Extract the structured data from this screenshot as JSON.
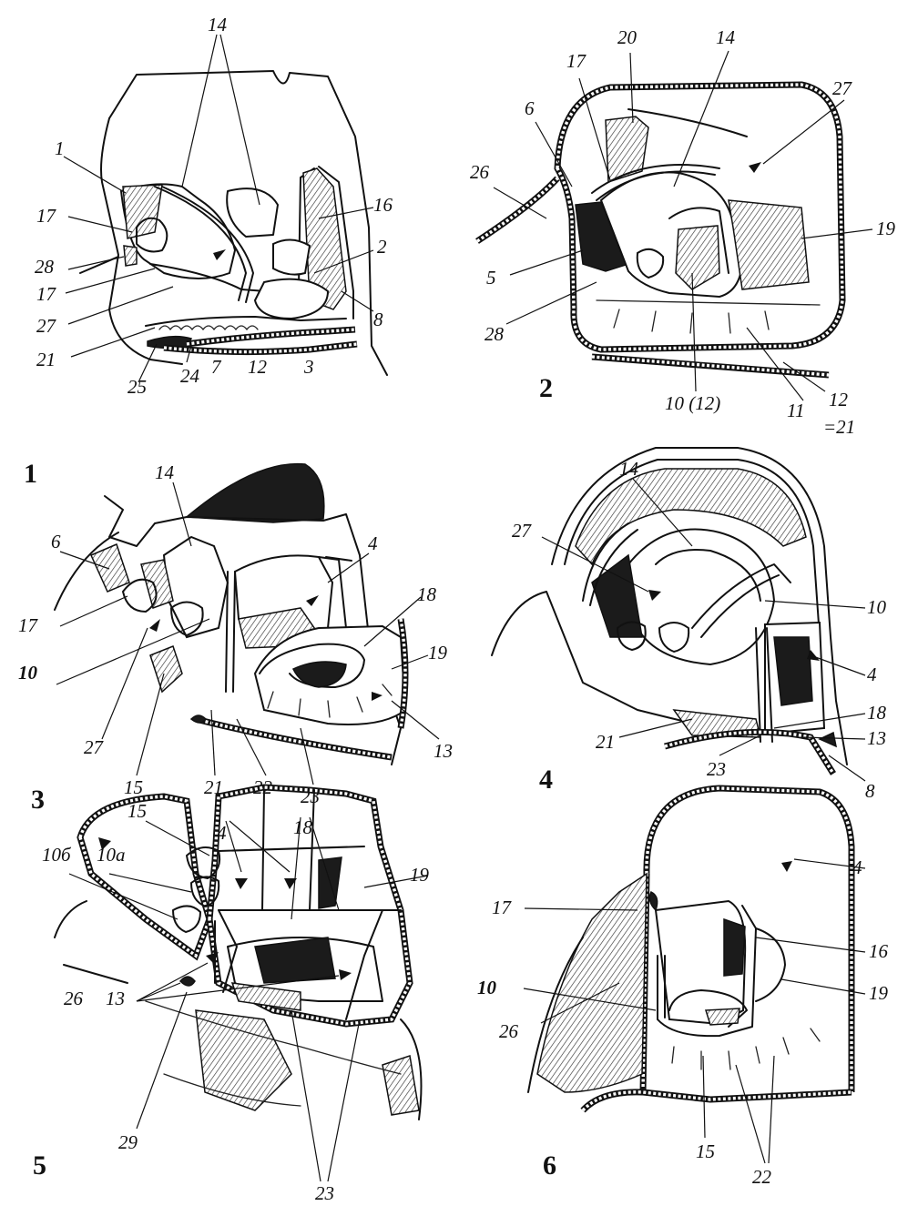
{
  "colors": {
    "ink": "#111111",
    "paper": "#ffffff"
  },
  "figures": [
    {
      "number": "1",
      "labels": [
        "14",
        "1",
        "16",
        "17",
        "2",
        "28",
        "17",
        "8",
        "27",
        "21",
        "7",
        "12",
        "3",
        "25",
        "24"
      ]
    },
    {
      "number": "2",
      "labels": [
        "20",
        "14",
        "17",
        "27",
        "6",
        "26",
        "19",
        "5",
        "28",
        "10 (12)",
        "11",
        "12",
        "=21"
      ]
    },
    {
      "number": "3",
      "labels": [
        "14",
        "6",
        "4",
        "18",
        "17",
        "19",
        "10",
        "27",
        "15",
        "21",
        "22",
        "23",
        "13"
      ]
    },
    {
      "number": "4",
      "labels": [
        "14",
        "27",
        "10",
        "4",
        "18",
        "13",
        "21",
        "23",
        "8"
      ]
    },
    {
      "number": "5",
      "labels": [
        "15",
        "4",
        "18",
        "10б",
        "10а",
        "19",
        "26",
        "13",
        "29",
        "23"
      ]
    },
    {
      "number": "6",
      "labels": [
        "17",
        "4",
        "16",
        "10",
        "19",
        "26",
        "15",
        "22"
      ]
    }
  ]
}
